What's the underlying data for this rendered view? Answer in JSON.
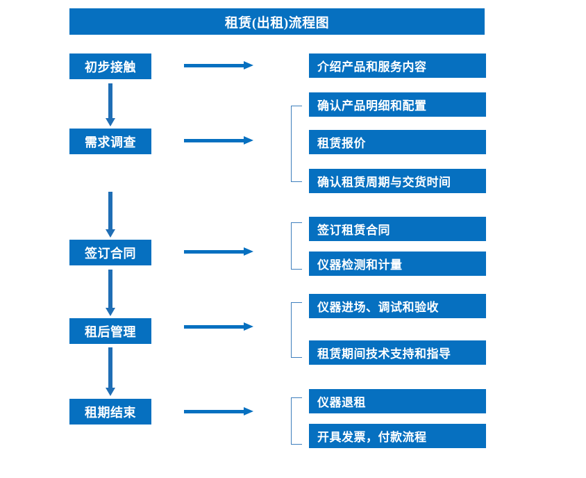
{
  "title": "租赁(出租)流程图",
  "stages": [
    {
      "label": "初步接触"
    },
    {
      "label": "需求调查"
    },
    {
      "label": "签订合同"
    },
    {
      "label": "租后管理"
    },
    {
      "label": "租期结束"
    }
  ],
  "details": [
    {
      "label": "介绍产品和服务内容"
    },
    {
      "label": "确认产品明细和配置"
    },
    {
      "label": "租赁报价"
    },
    {
      "label": "确认租赁周期与交货时间"
    },
    {
      "label": "签订租赁合同"
    },
    {
      "label": "仪器检测和计量"
    },
    {
      "label": "仪器进场、调试和验收"
    },
    {
      "label": "租赁期间技术支持和指导"
    },
    {
      "label": "仪器退租"
    },
    {
      "label": "开具发票，付款流程"
    }
  ],
  "colors": {
    "box_fill": "#0670c0",
    "box_text": "#ffffff",
    "arrow": "#0670c0",
    "bracket": "#3d7ebd",
    "background": "#ffffff"
  }
}
